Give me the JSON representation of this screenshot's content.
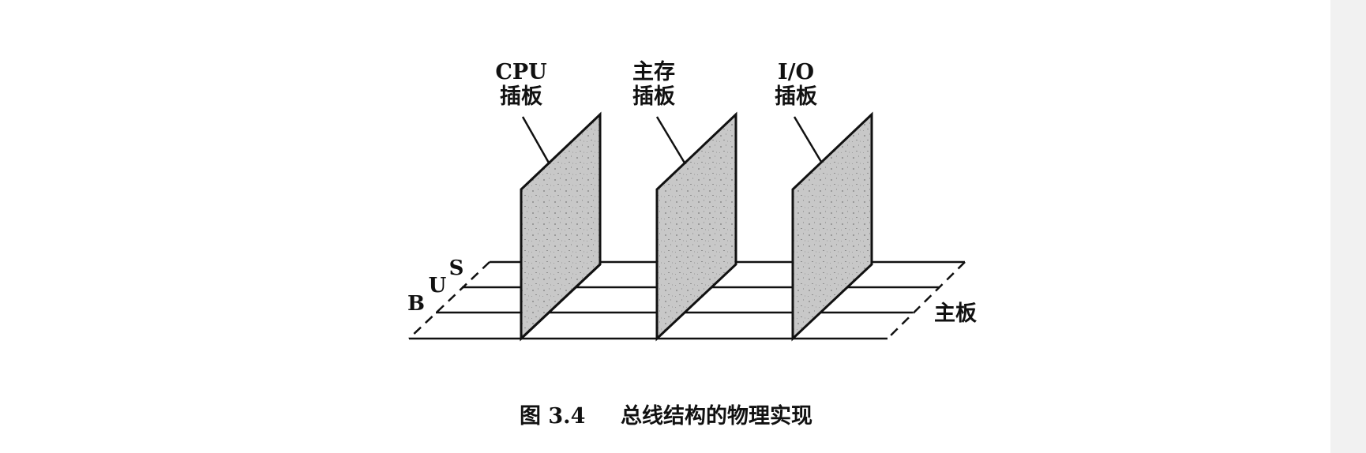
{
  "labels": {
    "cpu_line1": "CPU",
    "cpu_line2": "插板",
    "mem_line1": "主存",
    "mem_line2": "插板",
    "io_line1": "I/O",
    "io_line2": "插板",
    "bus_b": "B",
    "bus_u": "U",
    "bus_s": "S",
    "motherboard": "主板"
  },
  "caption": {
    "number": "图 3.4",
    "title": "总线结构的物理实现"
  },
  "colors": {
    "board_fill": "#c9c9c9",
    "stroke": "#111111"
  }
}
